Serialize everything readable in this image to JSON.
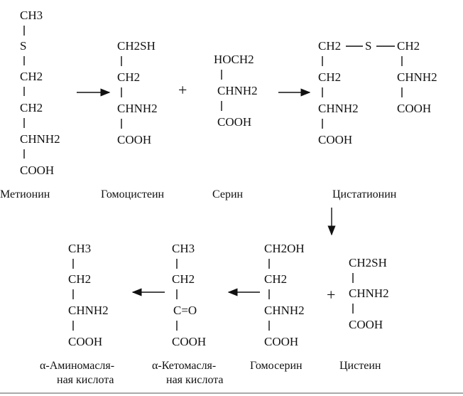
{
  "names": {
    "methionine": "Метионин",
    "homocysteine": "Гомоцистеин",
    "serine": "Серин",
    "cystathionine": "Цистатионин",
    "aminobutyric_1": "α-Аминомасля-",
    "aminobutyric_2": "ная кислота",
    "ketobutyric_1": "α-Кетомасля-",
    "ketobutyric_2": "ная кислота",
    "homoserine": "Гомосерин",
    "cysteine": "Цистеин"
  },
  "signs": {
    "plus": "+"
  },
  "methionine": [
    "CH3",
    "S",
    "CH2",
    "CH2",
    "CHNH2",
    "COOH"
  ],
  "homocysteine": [
    "CH2SH",
    "CH2",
    "CHNH2",
    "COOH"
  ],
  "serine": [
    "HOCH2",
    "CHNH2",
    "COOH"
  ],
  "cystathionine": {
    "left": [
      "CH2",
      "CH2",
      "CHNH2",
      "COOH"
    ],
    "bridge": "S",
    "right": [
      "CH2",
      "CHNH2",
      "COOH"
    ]
  },
  "aminobutyric": [
    "CH3",
    "CH2",
    "CHNH2",
    "COOH"
  ],
  "ketobutyric": [
    "CH3",
    "CH2",
    "C=O",
    "COOH"
  ],
  "homoserine": [
    "CH2OH",
    "CH2",
    "CHNH2",
    "COOH"
  ],
  "cysteine": [
    "CH2SH",
    "CHNH2",
    "COOH"
  ]
}
